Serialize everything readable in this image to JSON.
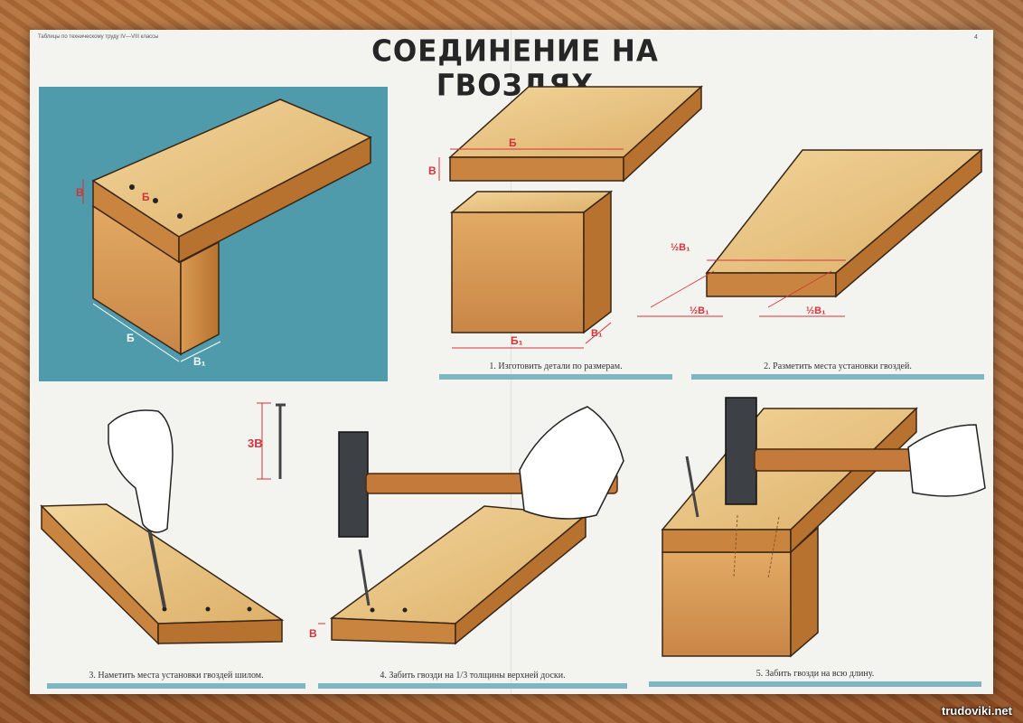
{
  "poster": {
    "top_note": "Таблицы по техническому труду IV—VIII классы",
    "page_number": "4",
    "title": "СОЕДИНЕНИЕ НА ГВОЗДЯХ"
  },
  "steps": [
    {
      "caption": "1. Изготовить детали по размерам."
    },
    {
      "caption": "2. Разметить места установки гвоздей."
    },
    {
      "caption": "3. Наметить места установки гвоздей шилом."
    },
    {
      "caption": "4. Забить гвозди на 1/3 толщины верхней доски."
    },
    {
      "caption": "5. Забить гвозди на всю длину."
    }
  ],
  "dimension_labels": {
    "B": "В",
    "Б": "Б",
    "B1": "В₁",
    "Б1": "Б₁",
    "half_B1": "½В₁",
    "three_B": "3В"
  },
  "watermark": "trudoviki.net",
  "colors": {
    "poster_bg": "#f3f3ef",
    "teal": "#4f9aab",
    "wood_light": "#e9c27f",
    "wood_dark": "#c7843f",
    "dimension_red": "#d4343b",
    "caption_bar": "#7fb6c2"
  }
}
